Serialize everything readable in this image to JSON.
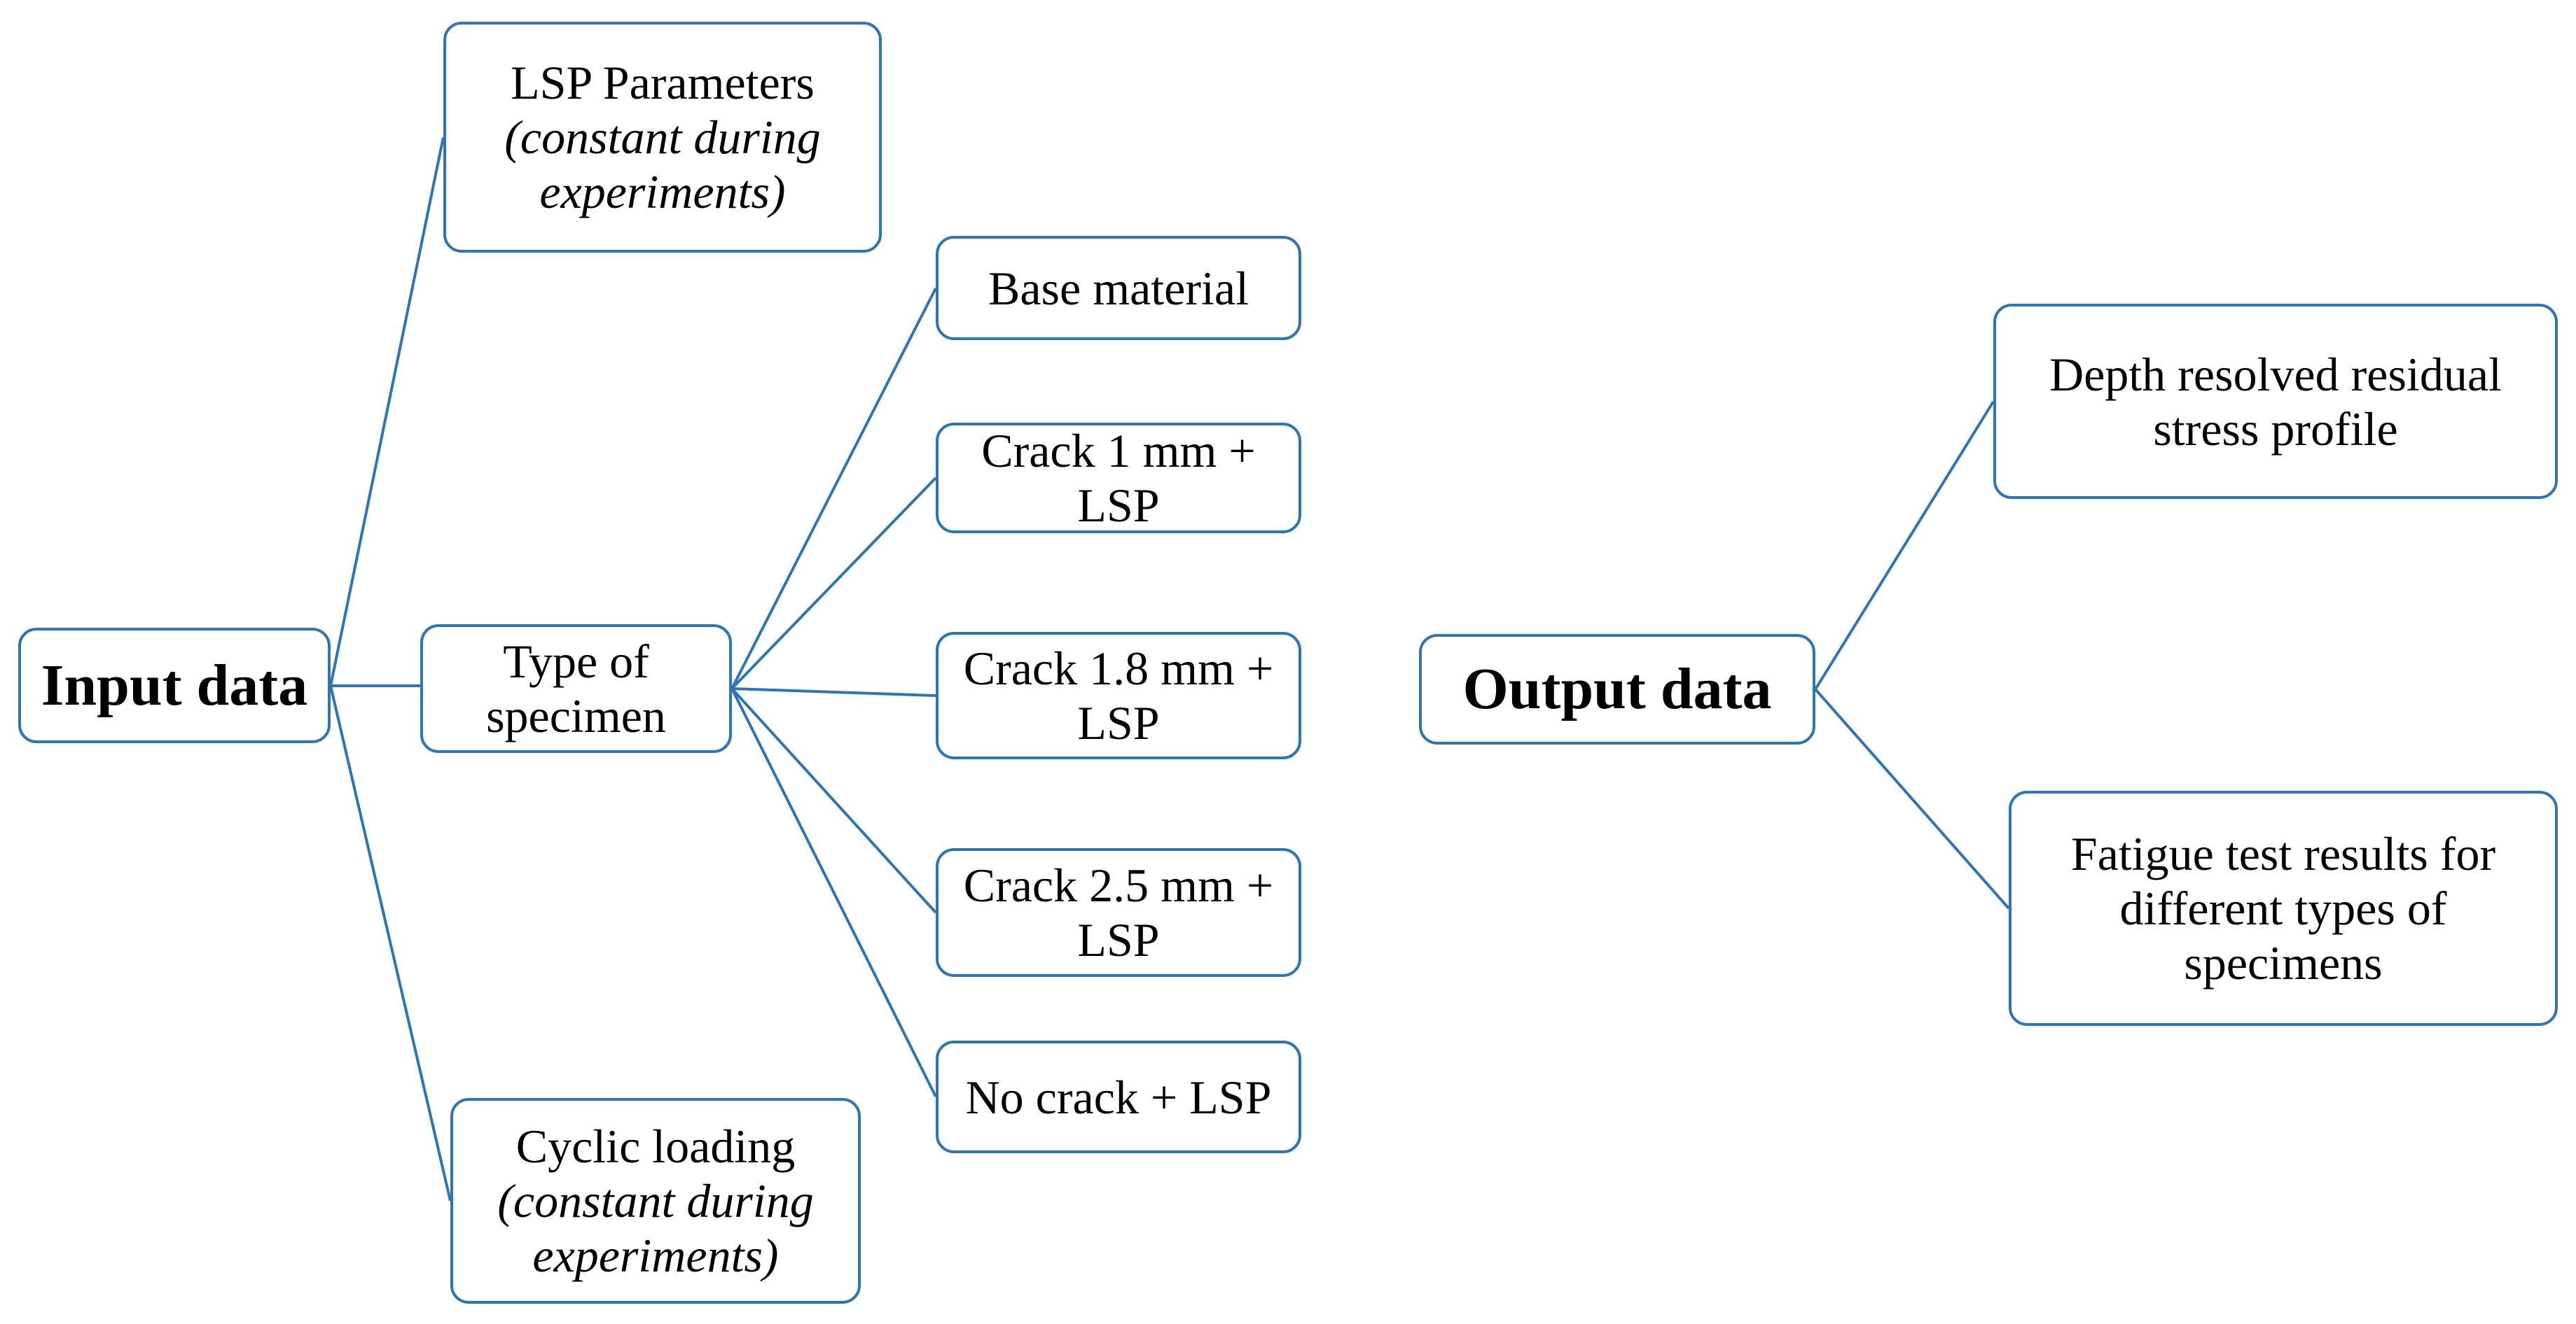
{
  "diagram": {
    "line_color": "#2e75b6",
    "input": {
      "label": "Input data"
    },
    "lsp_parameters": {
      "line1": "LSP Parameters",
      "line2": "(constant during",
      "line3": "experiments)"
    },
    "type_of_specimen": {
      "line1": "Type of",
      "line2": "specimen"
    },
    "cyclic_loading": {
      "line1": "Cyclic loading",
      "line2": "(constant during",
      "line3": "experiments)"
    },
    "base_material": {
      "label": "Base material"
    },
    "crack_1mm": {
      "line1": "Crack 1 mm +",
      "line2": "LSP"
    },
    "crack_1_8mm": {
      "line1": "Crack 1.8 mm +",
      "line2": "LSP"
    },
    "crack_2_5mm": {
      "line1": "Crack 2.5 mm +",
      "line2": "LSP"
    },
    "no_crack": {
      "label": "No crack + LSP"
    },
    "output": {
      "label": "Output data"
    },
    "depth_profile": {
      "line1": "Depth resolved residual",
      "line2": "stress profile"
    },
    "fatigue_results": {
      "line1": "Fatigue test results for",
      "line2": "different types of",
      "line3": "specimens"
    }
  }
}
